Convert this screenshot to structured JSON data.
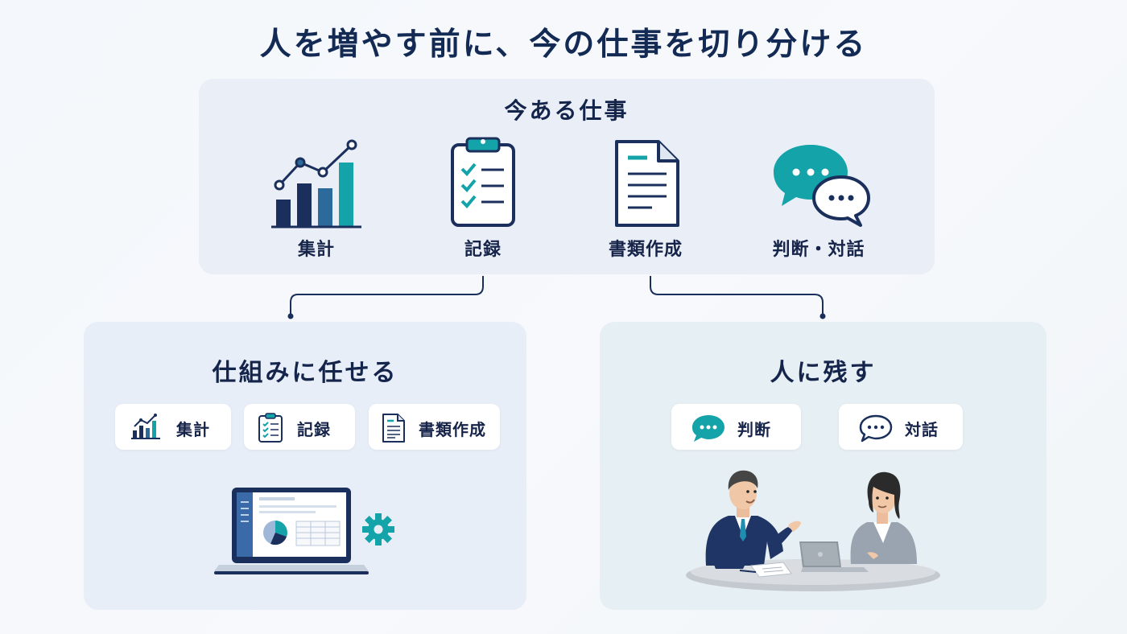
{
  "title": "人を増やす前に、今の仕事を切り分ける",
  "current_work": {
    "heading": "今ある仕事",
    "tasks": [
      {
        "label": "集計",
        "icon": "bar-chart-icon"
      },
      {
        "label": "記録",
        "icon": "clipboard-checklist-icon"
      },
      {
        "label": "書類作成",
        "icon": "document-icon"
      },
      {
        "label": "判断・対話",
        "icon": "speech-bubbles-icon"
      }
    ]
  },
  "delegate_to_system": {
    "heading": "仕組みに任せる",
    "chips": [
      {
        "label": "集計",
        "icon": "bar-chart-icon"
      },
      {
        "label": "記録",
        "icon": "clipboard-checklist-icon"
      },
      {
        "label": "書類作成",
        "icon": "document-icon"
      }
    ],
    "illustration": "laptop-with-gear"
  },
  "keep_for_people": {
    "heading": "人に残す",
    "chips": [
      {
        "label": "判断",
        "icon": "speech-bubble-filled-icon"
      },
      {
        "label": "対話",
        "icon": "speech-bubble-outline-icon"
      }
    ],
    "illustration": "two-people-meeting"
  },
  "colors": {
    "navy": "#1b2f5c",
    "teal": "#14a3a8",
    "blue": "#2d6a9c",
    "top_panel": "#e9eef7",
    "left_panel": "#e8eef8",
    "right_panel": "#e6eff3"
  }
}
